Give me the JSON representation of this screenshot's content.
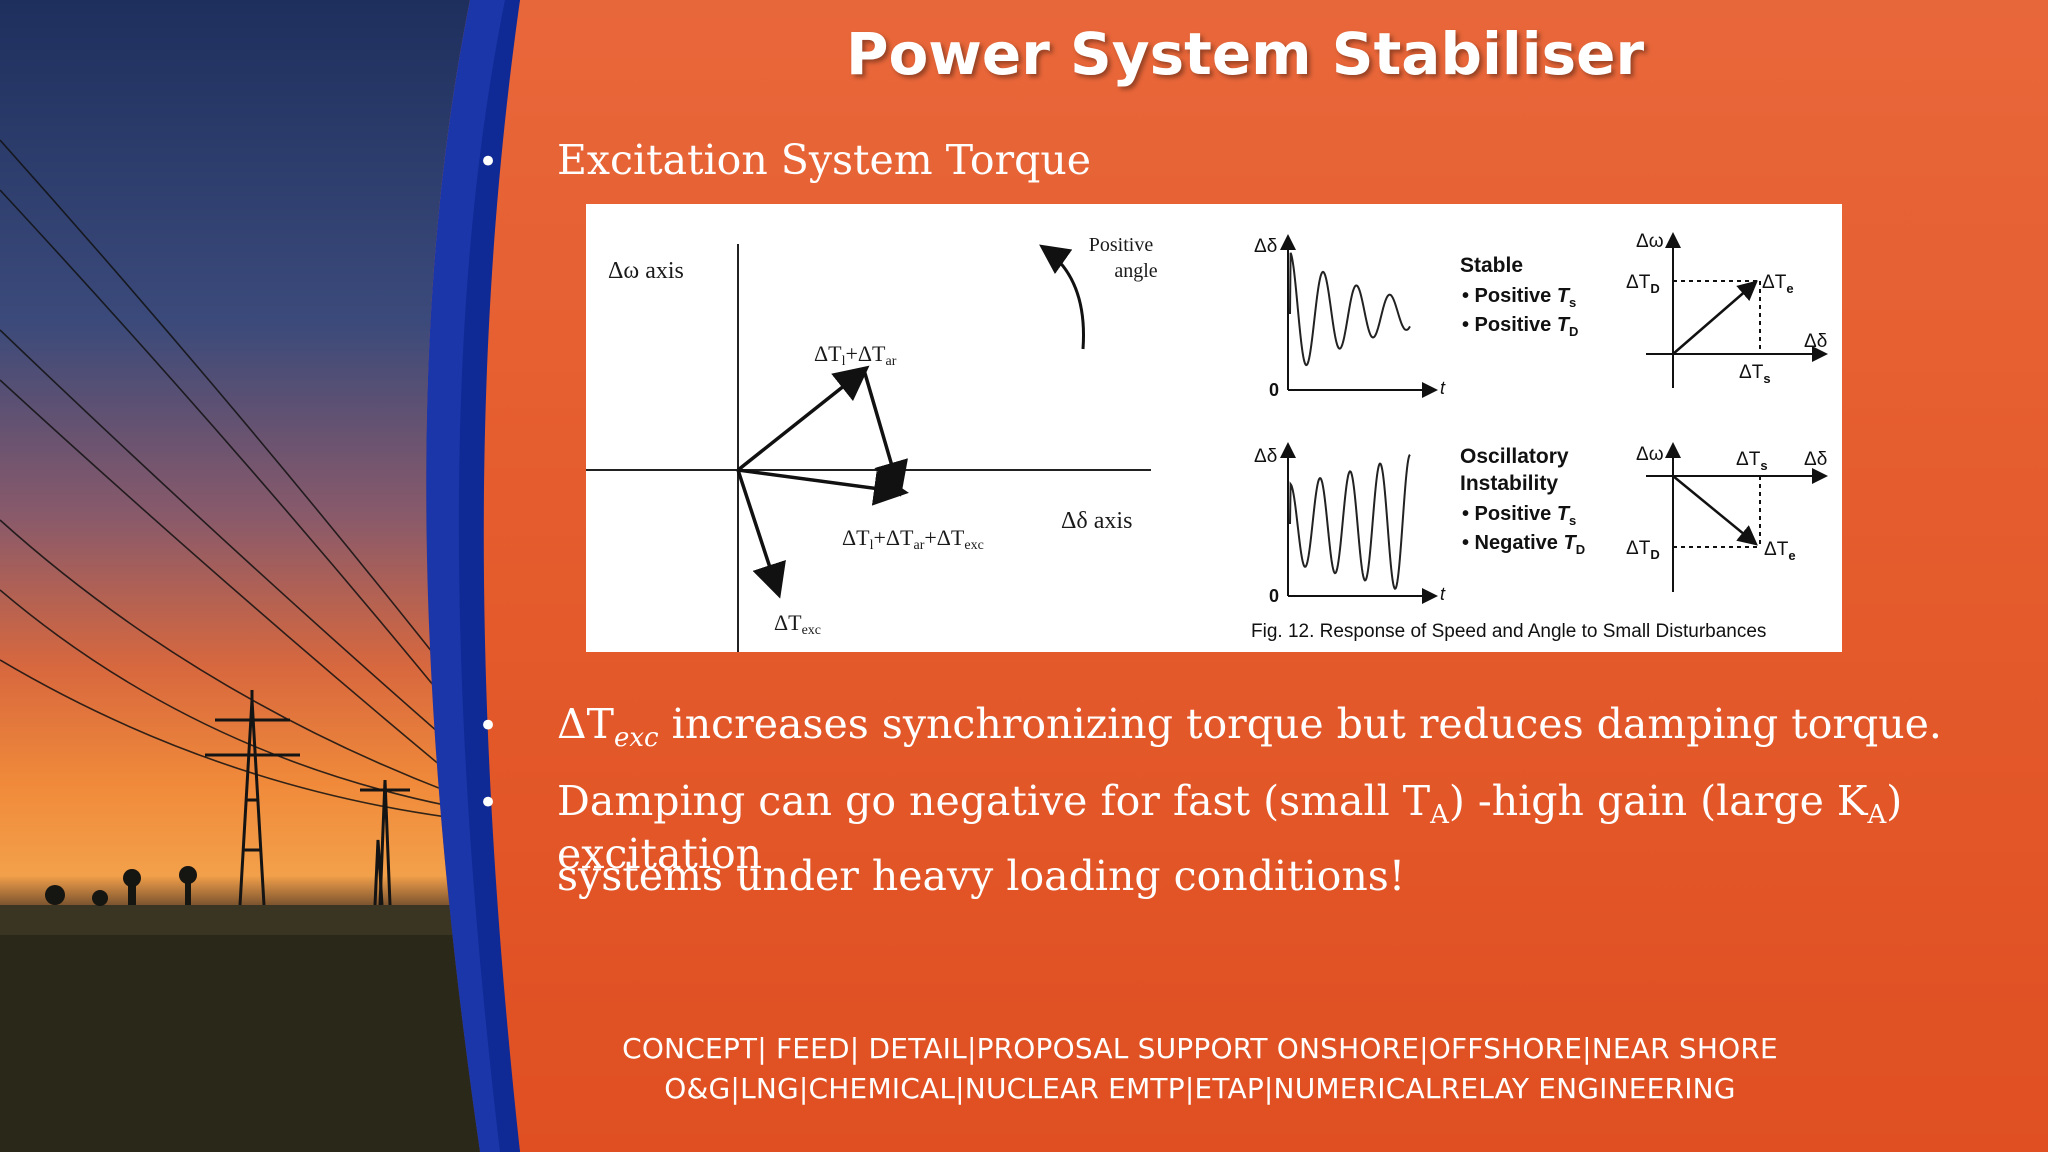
{
  "slide": {
    "title": "Power System Stabiliser",
    "bullets": [
      {
        "text": "Excitation System Torque"
      },
      {
        "symbol": "ΔT",
        "symbol_sub": "exc",
        "text": " increases synchronizing torque but reduces damping torque."
      },
      {
        "part1": "Damping can go negative for fast (small T",
        "sub1": "A",
        "part2": ") -high gain (large K",
        "sub2": "A",
        "part3": ") excitation",
        "line2": "systems under heavy loading conditions!"
      }
    ],
    "footer": {
      "line1": "CONCEPT|  FEED|  DETAIL|PROPOSAL SUPPORT     ONSHORE|OFFSHORE|NEAR SHORE",
      "line2": "O&G|LNG|CHEMICAL|NUCLEAR  EMTP|ETAP|NUMERICALRELAY ENGINEERING"
    }
  },
  "phasor_diagram": {
    "y_axis_label": "Δω axis",
    "x_axis_label": "Δδ axis",
    "positive_angle_line1": "Positive",
    "positive_angle_line2": "angle",
    "phasors": [
      {
        "label_base": "ΔT",
        "label_sub": "l",
        "label_mid": "+ΔT",
        "label_sub2": "ar",
        "label_end": ""
      },
      {
        "label_base": "ΔT",
        "label_sub": "l",
        "label_mid": "+ΔT",
        "label_sub2": "ar",
        "label_end": "+ΔT",
        "label_sub3": "exc"
      },
      {
        "label_base": "ΔT",
        "label_sub": "exc"
      }
    ]
  },
  "figure": {
    "caption": "Fig. 12.  Response of Speed and Angle to Small Disturbances",
    "rows": [
      {
        "heading": "Stable",
        "items": [
          {
            "prefix": "• Positive ",
            "var": "T",
            "sub": "s"
          },
          {
            "prefix": "• Positive ",
            "var": "T",
            "sub": "D"
          }
        ],
        "response_y_label": "Δδ",
        "response_x_label": "t",
        "origin_label": "0",
        "phasor_labels": {
          "y": "Δω",
          "x": "Δδ",
          "td": "ΔT",
          "td_sub": "D",
          "te": "ΔT",
          "te_sub": "e",
          "ts": "ΔT",
          "ts_sub": "s"
        }
      },
      {
        "heading_line1": "Oscillatory",
        "heading_line2": "Instability",
        "items": [
          {
            "prefix": "• Positive ",
            "var": "T",
            "sub": "s"
          },
          {
            "prefix": "• Negative ",
            "var": "T",
            "sub": "D"
          }
        ],
        "response_y_label": "Δδ",
        "response_x_label": "t",
        "origin_label": "0",
        "phasor_labels": {
          "y": "Δω",
          "x": "Δδ",
          "td": "ΔT",
          "td_sub": "D",
          "te": "ΔT",
          "te_sub": "e",
          "ts": "ΔT",
          "ts_sub": "s"
        }
      }
    ]
  }
}
